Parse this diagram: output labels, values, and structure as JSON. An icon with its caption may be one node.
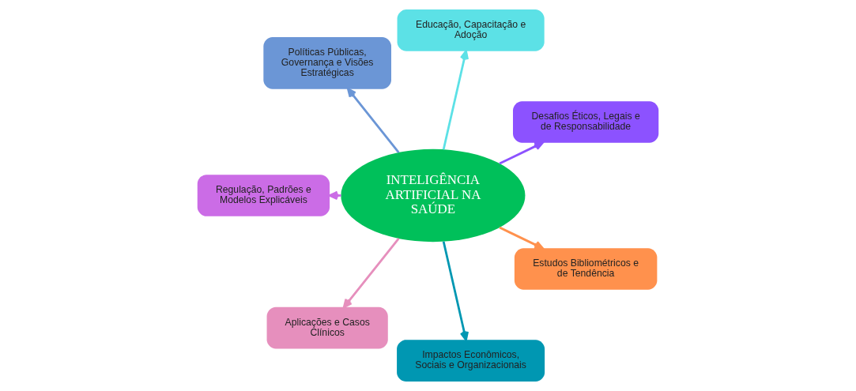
{
  "diagram": {
    "nodes": [
      {
        "text": [
          "INTELIGÊNCIA ARTIFICIAL NA SAÚDE"
        ]
      },
      {
        "text": [
          "Desafios Éticos, Legais e de Responsabilidade"
        ]
      },
      {
        "text": [
          "Educação, Capacitação e Adoção"
        ]
      },
      {
        "text": [
          "Políticas Públicas, Governança e Visões Estratégicas"
        ]
      },
      {
        "text": [
          "Regulação, Padrões e Modelos Explicáveis"
        ]
      },
      {
        "text": [
          "Aplicações e Casos Clínicos"
        ]
      },
      {
        "text": [
          "Impactos Econômicos, Sociais e Organizacionais"
        ]
      },
      {
        "text": [
          "Estudos Bibliométricos e de Tendência"
        ]
      }
    ],
    "edges": [
      {
        "from": 0,
        "to": 1,
        "arrow": "to",
        "color": "#8c52ff"
      },
      {
        "from": 0,
        "to": 2,
        "arrow": "to",
        "color": "#5ce1e6"
      },
      {
        "from": 0,
        "to": 3,
        "arrow": "to",
        "color": "#6b96d6"
      },
      {
        "from": 0,
        "to": 4,
        "arrow": "to",
        "color": "#cb6ce6"
      },
      {
        "from": 0,
        "to": 5,
        "arrow": "to",
        "color": "#e68fbd"
      },
      {
        "from": 0,
        "to": 6,
        "arrow": "to",
        "color": "#0097b2"
      },
      {
        "from": 0,
        "to": 7,
        "arrow": "to",
        "color": "#ff914d"
      }
    ]
  }
}
